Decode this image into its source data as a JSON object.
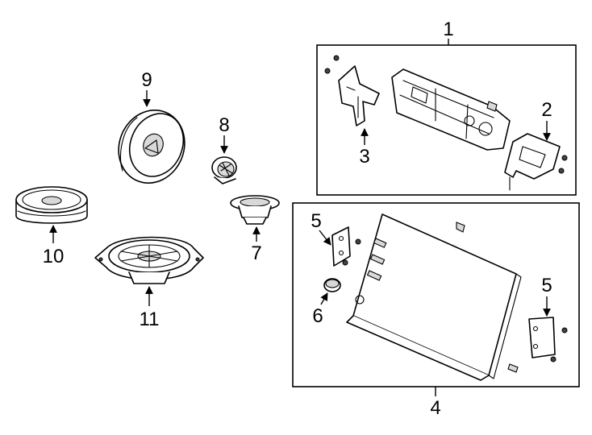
{
  "callouts": {
    "c1": "1",
    "c2": "2",
    "c3": "3",
    "c4": "4",
    "c5a": "5",
    "c5b": "5",
    "c6": "6",
    "c7": "7",
    "c8": "8",
    "c9": "9",
    "c10": "10",
    "c11": "11"
  },
  "colors": {
    "line": "#000000",
    "background": "#ffffff",
    "fill_grey": "#d9d9d9"
  }
}
